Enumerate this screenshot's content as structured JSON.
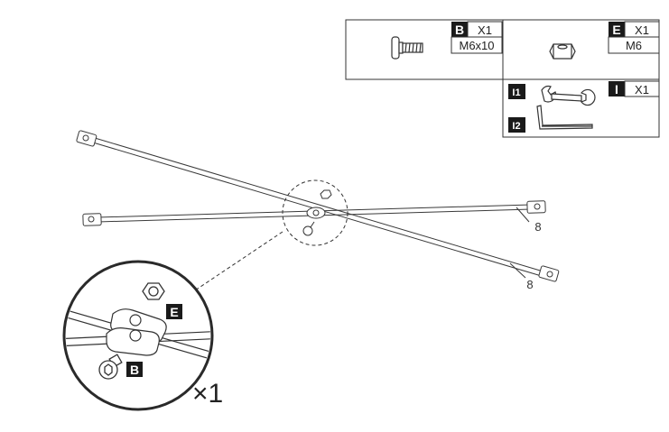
{
  "parts_table": {
    "part_b": {
      "letter": "B",
      "qty": "X1",
      "size": "M6x10"
    },
    "part_e": {
      "letter": "E",
      "qty": "X1",
      "size": "M6"
    },
    "tool_i": {
      "letter": "I",
      "qty": "X1",
      "sub_labels": [
        "I1",
        "I2"
      ]
    }
  },
  "rod_labels": [
    "8",
    "8"
  ],
  "detail": {
    "nut_label": "E",
    "bolt_label": "B",
    "multiplier": "×1"
  },
  "colors": {
    "line": "#3a3a3a",
    "label_bg": "#1a1a1a",
    "label_text": "#ffffff"
  }
}
